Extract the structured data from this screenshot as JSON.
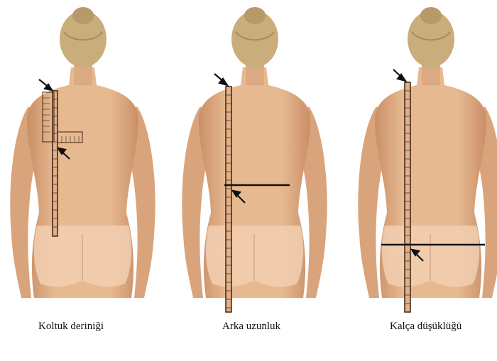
{
  "panels": [
    {
      "caption": "Koltuk deriniği"
    },
    {
      "caption": "Arka uzunluk"
    },
    {
      "caption": "Kalça düşüklüğü"
    }
  ],
  "colors": {
    "skin": "#e7b991",
    "skin_shadow": "#c98f66",
    "hair": "#c9ad7a",
    "underwear": "#f1cfb2",
    "ruler": "#5a3a26",
    "line": "#111111"
  }
}
